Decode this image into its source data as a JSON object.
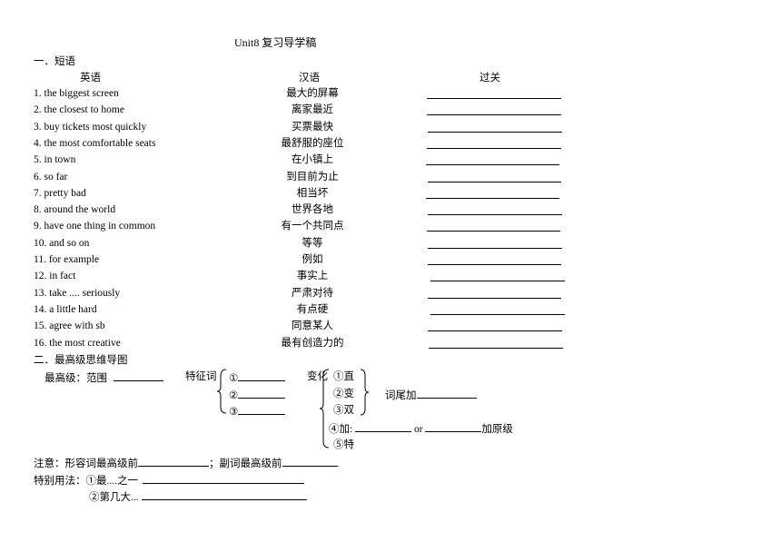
{
  "title": "Unit8  复习导学稿",
  "section1": {
    "heading": "一．短语",
    "col_english": "英语",
    "col_chinese": "汉语",
    "col_check": "过关",
    "rows": [
      {
        "en": "1.  the biggest screen",
        "cn": "最大的屏幕"
      },
      {
        "en": "2.  the closest to home",
        "cn": "离家最近"
      },
      {
        "en": "3.  buy tickets most quickly",
        "cn": "买票最快"
      },
      {
        "en": "4.  the most comfortable seats",
        "cn": "最舒服的座位"
      },
      {
        "en": "5.  in town",
        "cn": "在小镇上"
      },
      {
        "en": "6.  so far",
        "cn": "到目前为止"
      },
      {
        "en": "7.  pretty bad",
        "cn": "相当坏"
      },
      {
        "en": "8.  around the world",
        "cn": "世界各地"
      },
      {
        "en": "9.  have one thing in common",
        "cn": "有一个共同点"
      },
      {
        "en": "10.  and so on",
        "cn": "等等"
      },
      {
        "en": "11.  for example",
        "cn": "例如"
      },
      {
        "en": "12.  in fact",
        "cn": "事实上"
      },
      {
        "en": "13.  take .... seriously",
        "cn": "严肃对待"
      },
      {
        "en": "14.  a little hard",
        "cn": "有点硬"
      },
      {
        "en": "15.  agree with sb",
        "cn": "同意某人"
      },
      {
        "en": "16.  the most creative",
        "cn": "最有创造力的"
      }
    ]
  },
  "section2": {
    "heading": "二．最高级思维导图",
    "scope_label": "最高级：范围",
    "feature_label": "特征词",
    "features": [
      "①",
      "②",
      "③"
    ],
    "change_label": "变化",
    "changes": [
      "①直",
      "②变",
      "③双",
      "④加:",
      "⑤特"
    ],
    "or_text": "or",
    "add_base": "加原级",
    "suffix_label": "词尾加"
  },
  "notes": {
    "note_label": "注意：形容词最高级前",
    "note_mid": "；副词最高级前",
    "note_end": ".",
    "special_label": "特别用法：①最....之一",
    "special_2": "②第几大..."
  }
}
